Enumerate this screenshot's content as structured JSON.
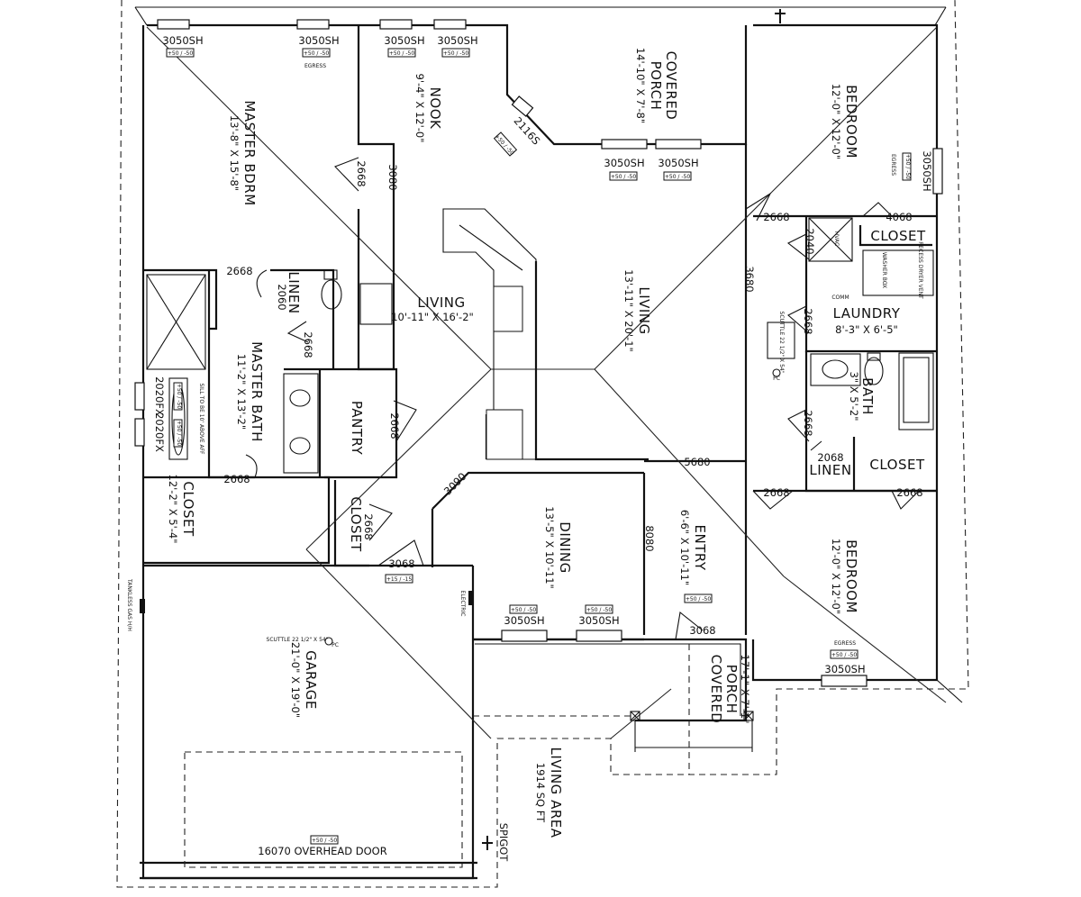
{
  "rooms": {
    "master_bedroom": {
      "name": "MASTER BDRM",
      "size": "13'-8\" X 15'-8\""
    },
    "nook": {
      "name": "NOOK",
      "size": "9'-4\" X 12'-0\""
    },
    "covered_porch_rear": {
      "name": "COVERED",
      "name2": "PORCH",
      "size": "14'-10\" X 7'-8\""
    },
    "bedroom_ne": {
      "name": "BEDROOM",
      "size": "12'-0\" X 12'-0\""
    },
    "closet_ne": {
      "name": "CLOSET"
    },
    "laundry": {
      "name": "LAUNDRY",
      "size": "8'-3\" X 6'-5\""
    },
    "bath": {
      "name": "BATH",
      "size": "3\" X 5'-2\""
    },
    "linen_right": {
      "name": "LINEN"
    },
    "closet_e": {
      "name": "CLOSET"
    },
    "bedroom_se": {
      "name": "BEDROOM",
      "size": "12'-0\" X 12'-0\""
    },
    "living_left": {
      "name": "LIVING",
      "size": "10'-11\" X 16'-2\""
    },
    "living_right": {
      "name": "LIVING",
      "size": "13'-11\" X 20'-1\""
    },
    "master_bath": {
      "name": "MASTER BATH",
      "size": "11'-2\" X 13'-2\""
    },
    "linen_master": {
      "name": "LINEN"
    },
    "pantry": {
      "name": "PANTRY"
    },
    "master_closet": {
      "name": "CLOSET",
      "size": "12'-2\" X 5'-4\""
    },
    "closet_hall": {
      "name": "CLOSET"
    },
    "dining": {
      "name": "DINING",
      "size": "13'-5\" X 10'-11\""
    },
    "entry": {
      "name": "ENTRY",
      "size": "6'-6\" X 10'-11\""
    },
    "garage": {
      "name": "GARAGE",
      "size": "21'-0\" X 19'-0\""
    },
    "covered_porch_front": {
      "name": "COVERED",
      "name2": "PORCH",
      "size": "17'-1\" X 7'-1\""
    }
  },
  "living_area": {
    "label": "LIVING AREA",
    "value": "1914 SQ FT"
  },
  "windows": {
    "w3050": "3050SH",
    "w2020": "2020FX",
    "w2116": "2116S",
    "header_tag": "+50 / -50",
    "header_tag_garage": "+15 / -15",
    "garage_door": "16070 OVERHEAD DOOR"
  },
  "doors": {
    "d2668": "2668",
    "d3080": "3080",
    "d4068": "4068",
    "d2040": "2040",
    "d2068": "2068",
    "d3068": "3068",
    "d3680": "3680",
    "d5680": "5680",
    "d8080": "8080",
    "d3090": "3090",
    "d2060": "2060"
  },
  "notes": {
    "egress": "EGRESS",
    "hvac": "HVAC",
    "comm": "COMM",
    "washer": "WASHER BOX",
    "dryer": "RECESS DRYER VENT",
    "scuttle": "SCUTTLE 22 1/2\" X 54\"",
    "pc": "PC",
    "sill": "SILL TO BE 10' ABOVE AFF",
    "electric": "ELECTRIC",
    "spigot": "SPIGOT",
    "gas": "TANKLESS GAS H/H"
  }
}
